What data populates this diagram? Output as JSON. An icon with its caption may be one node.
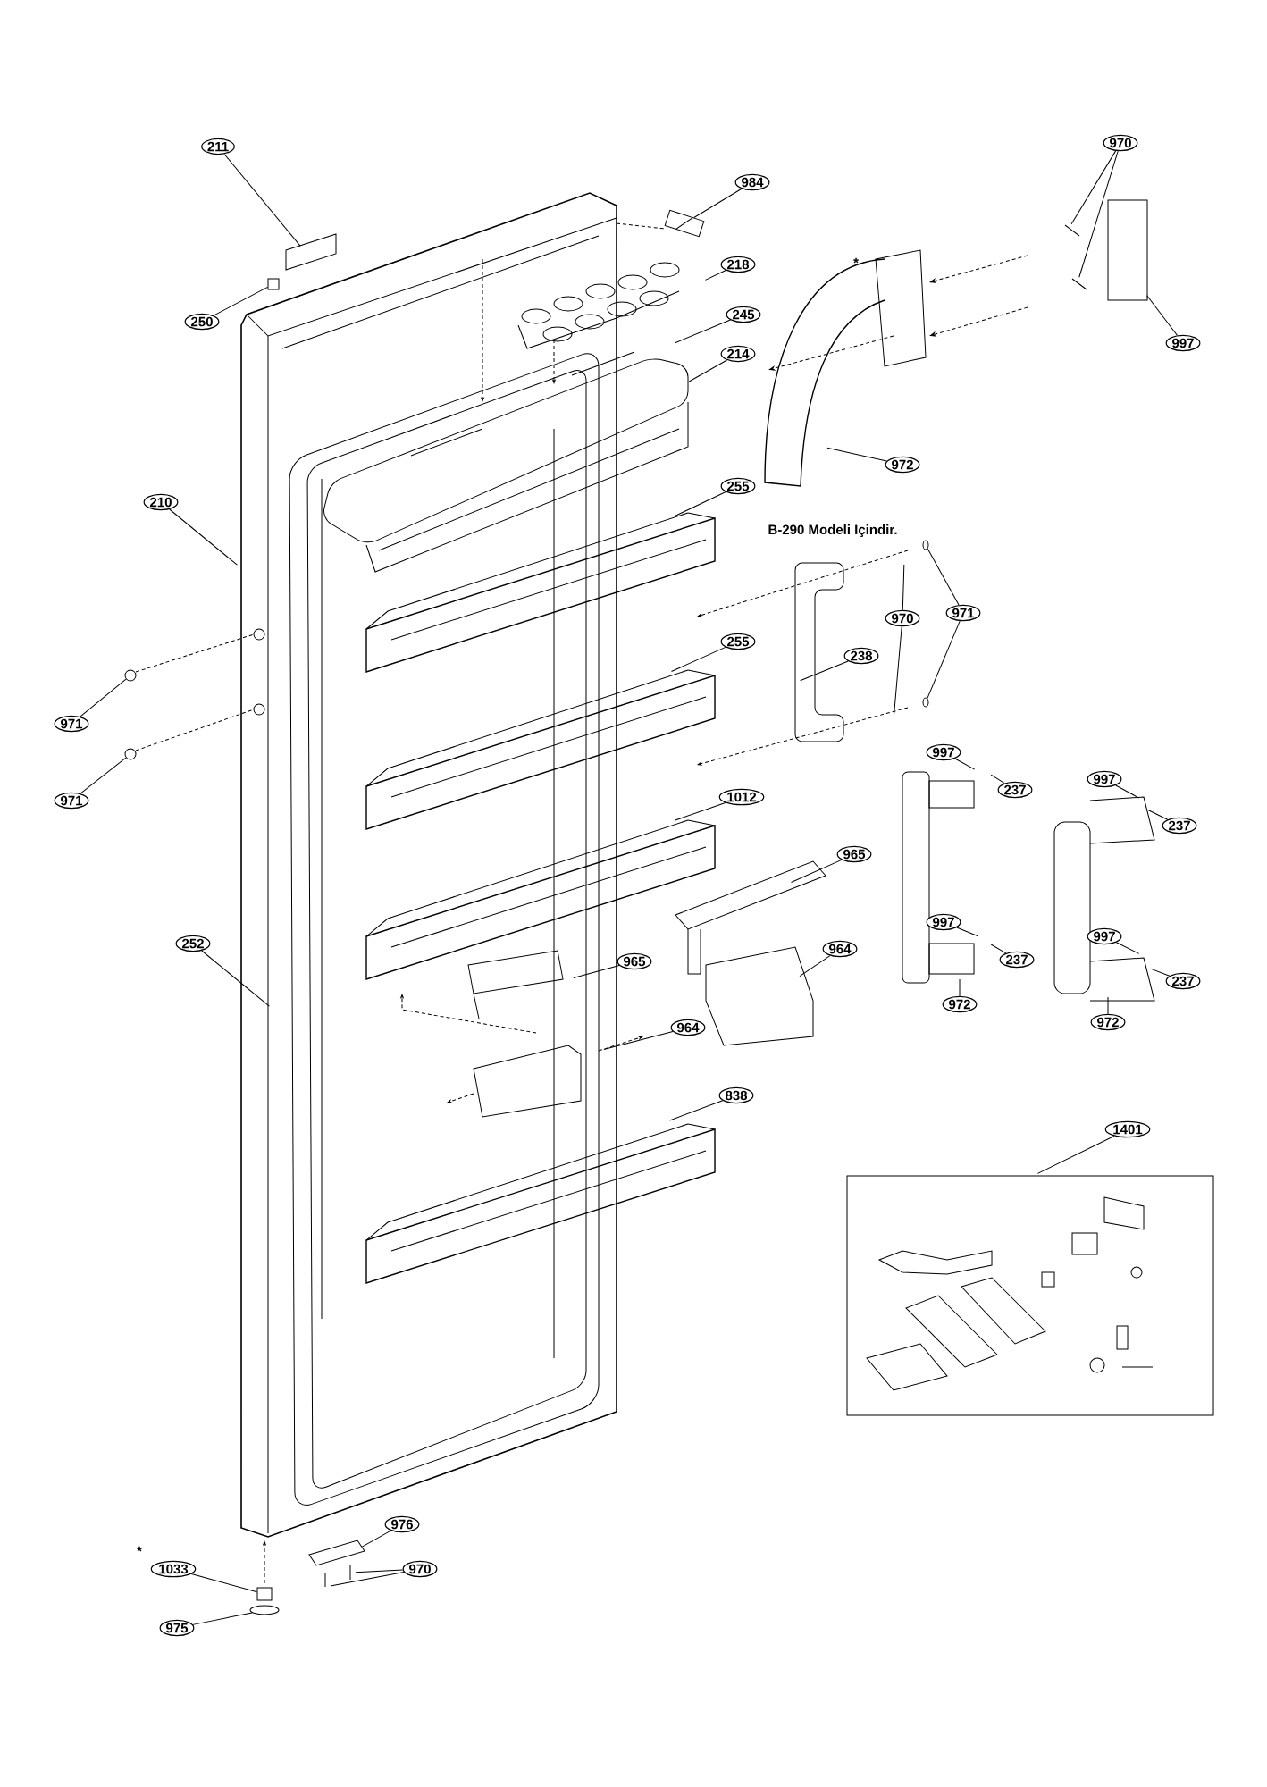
{
  "diagram": {
    "nodes": [
      {
        "text": [
          "211"
        ]
      },
      {
        "text": [
          "970"
        ]
      },
      {
        "text": [
          "984"
        ]
      },
      {
        "text": [
          "218"
        ]
      },
      {
        "text": [
          "245"
        ]
      },
      {
        "text": [
          "250"
        ]
      },
      {
        "text": [
          "997"
        ]
      },
      {
        "text": [
          "214"
        ]
      },
      {
        "text": [
          "972"
        ]
      },
      {
        "text": [
          "255"
        ]
      },
      {
        "text": [
          "210"
        ]
      },
      {
        "text": [
          "970"
        ]
      },
      {
        "text": [
          "971"
        ]
      },
      {
        "text": [
          "255"
        ]
      },
      {
        "text": [
          "238"
        ]
      },
      {
        "text": [
          "971"
        ]
      },
      {
        "text": [
          "997"
        ]
      },
      {
        "text": [
          "997"
        ]
      },
      {
        "text": [
          "237"
        ]
      },
      {
        "text": [
          "1012"
        ]
      },
      {
        "text": [
          "971"
        ]
      },
      {
        "text": [
          "237"
        ]
      },
      {
        "text": [
          "965"
        ]
      },
      {
        "text": [
          "997"
        ]
      },
      {
        "text": [
          "997"
        ]
      },
      {
        "text": [
          "252"
        ]
      },
      {
        "text": [
          "964"
        ]
      },
      {
        "text": [
          "965"
        ]
      },
      {
        "text": [
          "237"
        ]
      },
      {
        "text": [
          "237"
        ]
      },
      {
        "text": [
          "972"
        ]
      },
      {
        "text": [
          "972"
        ]
      },
      {
        "text": [
          "964"
        ]
      },
      {
        "text": [
          "838"
        ]
      },
      {
        "text": [
          "1401"
        ]
      },
      {
        "text": [
          "976"
        ]
      },
      {
        "text": [
          "970"
        ]
      },
      {
        "text": [
          "1033"
        ]
      },
      {
        "text": [
          "975"
        ]
      },
      {
        "text": [],
        "shape": "picture"
      },
      {
        "text": [],
        "shape": "box"
      },
      {
        "text": [],
        "shape": "circle"
      },
      {
        "text": [],
        "shape": "circle"
      },
      {
        "text": [],
        "shape": "circle"
      },
      {
        "text": [],
        "shape": "circle"
      },
      {
        "text": [],
        "shape": "box"
      },
      {
        "text": [],
        "shape": "circle"
      }
    ],
    "edges": [
      {
        "from": 0,
        "to": null,
        "arrow": "none"
      },
      {
        "from": 1,
        "to": null,
        "arrow": "none"
      },
      {
        "from": 1,
        "to": null,
        "arrow": "none"
      },
      {
        "from": 2,
        "to": 39,
        "arrow": "none"
      },
      {
        "from": 3,
        "to": null,
        "arrow": "none"
      },
      {
        "from": 4,
        "to": null,
        "arrow": "none"
      },
      {
        "from": 5,
        "to": 40,
        "arrow": "none"
      },
      {
        "from": 6,
        "to": null,
        "arrow": "none"
      },
      {
        "from": 7,
        "to": null,
        "arrow": "none"
      },
      {
        "from": 8,
        "to": null,
        "arrow": "none"
      },
      {
        "from": 9,
        "to": null,
        "arrow": "none"
      },
      {
        "from": 10,
        "to": null,
        "arrow": "none"
      },
      {
        "from": 11,
        "to": null,
        "arrow": "none"
      },
      {
        "from": 11,
        "to": null,
        "arrow": "none"
      },
      {
        "from": 12,
        "to": 41,
        "arrow": "none"
      },
      {
        "from": 12,
        "to": 42,
        "arrow": "none"
      },
      {
        "from": 13,
        "to": null,
        "arrow": "none"
      },
      {
        "from": 14,
        "to": null,
        "arrow": "none"
      },
      {
        "from": 15,
        "to": 43,
        "arrow": "none"
      },
      {
        "from": 16,
        "to": null,
        "arrow": "none"
      },
      {
        "from": 17,
        "to": null,
        "arrow": "none"
      },
      {
        "from": 18,
        "to": null,
        "arrow": "none"
      },
      {
        "from": 19,
        "to": null,
        "arrow": "none"
      },
      {
        "from": 20,
        "to": 44,
        "arrow": "none"
      },
      {
        "from": 21,
        "to": null,
        "arrow": "none"
      },
      {
        "from": 22,
        "to": null,
        "arrow": "none"
      },
      {
        "from": 23,
        "to": null,
        "arrow": "none"
      },
      {
        "from": 24,
        "to": null,
        "arrow": "none"
      },
      {
        "from": 25,
        "to": null,
        "arrow": "none"
      },
      {
        "from": 26,
        "to": null,
        "arrow": "none"
      },
      {
        "from": 27,
        "to": null,
        "arrow": "none"
      },
      {
        "from": 28,
        "to": null,
        "arrow": "none"
      },
      {
        "from": 29,
        "to": null,
        "arrow": "none"
      },
      {
        "from": 30,
        "to": null,
        "arrow": "none"
      },
      {
        "from": 31,
        "to": null,
        "arrow": "none"
      },
      {
        "from": 32,
        "to": null,
        "arrow": "none"
      },
      {
        "from": 33,
        "to": null,
        "arrow": "none"
      },
      {
        "from": 34,
        "to": null,
        "arrow": "none"
      },
      {
        "from": 35,
        "to": null,
        "arrow": "none"
      },
      {
        "from": 36,
        "to": null,
        "arrow": "none"
      },
      {
        "from": 36,
        "to": null,
        "arrow": "none"
      },
      {
        "from": 37,
        "to": 45,
        "arrow": "none"
      },
      {
        "from": 38,
        "to": 46,
        "arrow": "none"
      }
    ],
    "labels": [
      "*",
      "B-290 Modeli Içindir.",
      "*"
    ]
  }
}
